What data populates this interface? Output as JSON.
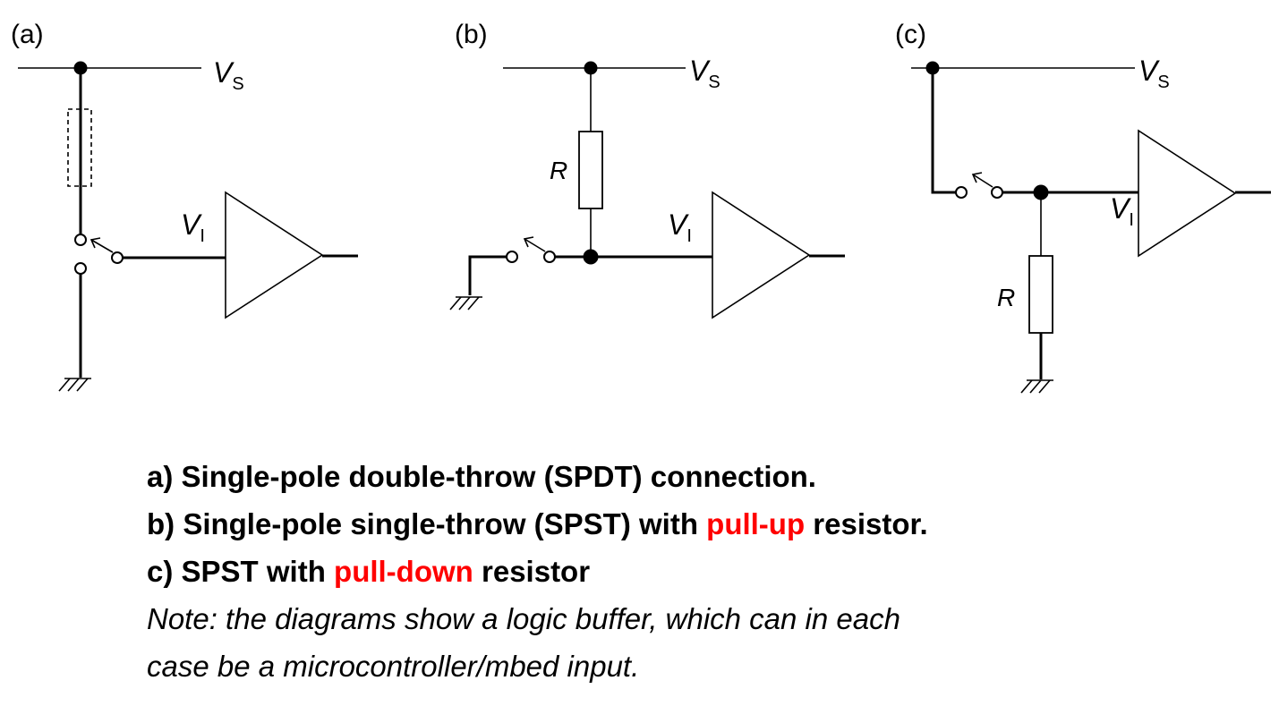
{
  "diagram": {
    "panels": [
      {
        "label": "(a)",
        "supply_label": "V",
        "supply_sub": "S",
        "input_label": "V",
        "input_sub": "I"
      },
      {
        "label": "(b)",
        "supply_label": "V",
        "supply_sub": "S",
        "input_label": "V",
        "input_sub": "I",
        "resistor_label": "R"
      },
      {
        "label": "(c)",
        "supply_label": "V",
        "supply_sub": "S",
        "input_label": "V",
        "input_sub": "I",
        "resistor_label": "R"
      }
    ]
  },
  "captions": {
    "a": "a) Single-pole double-throw (SPDT) connection.",
    "b_pre": "b) Single-pole single-throw (SPST) with ",
    "b_highlight": "pull-up",
    "b_post": " resistor.",
    "c_pre": "c) SPST with ",
    "c_highlight": "pull-down",
    "c_post": " resistor",
    "note_line1": "Note: the diagrams show a logic buffer, which can in each",
    "note_line2": "case be a microcontroller/mbed input.",
    "highlight_color": "#ff0000"
  }
}
